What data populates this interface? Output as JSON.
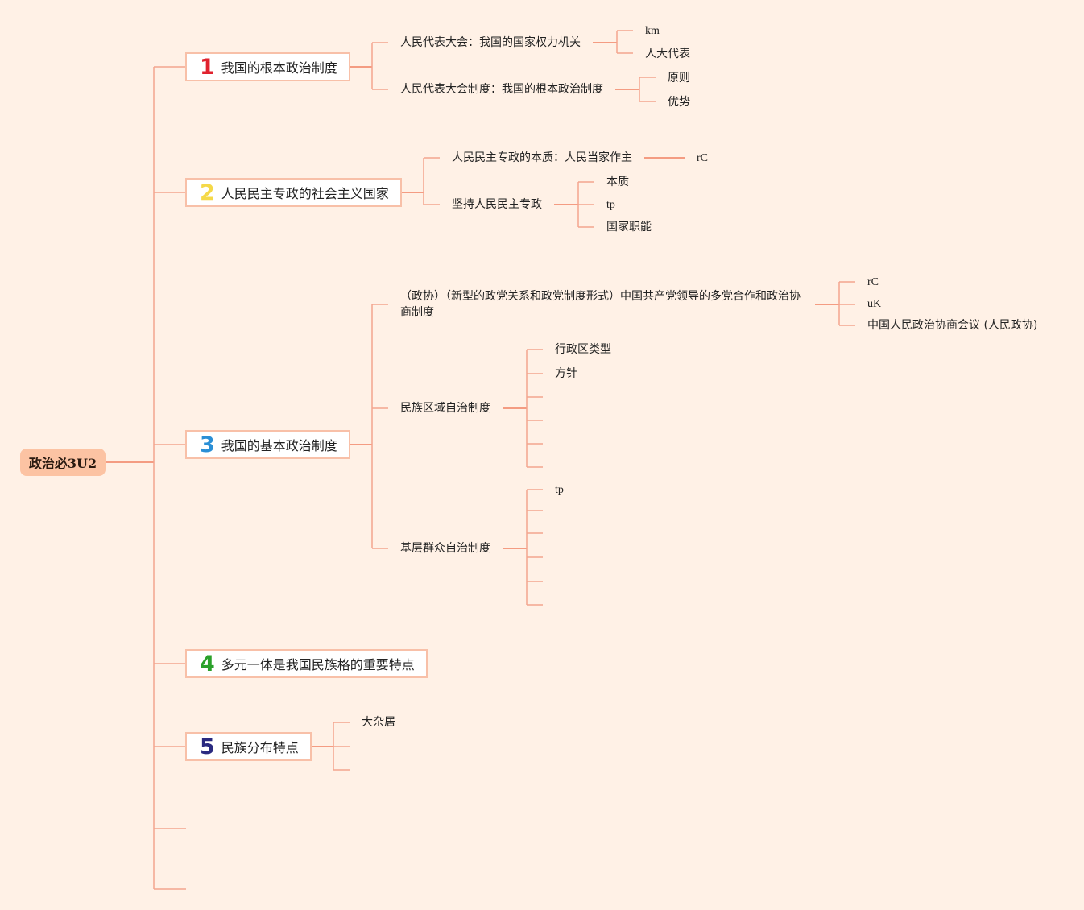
{
  "root": {
    "label": "政治必3U2"
  },
  "colors": {
    "background": "#fff1e6",
    "root_fill": "#fcc3a3",
    "connector": "#f4a58e",
    "num1": "#e0222e",
    "num2": "#f5d949",
    "num3": "#2a8fd6",
    "num4": "#2aa02a",
    "num5": "#2a2a80"
  },
  "topics": [
    {
      "num": "1",
      "label": "我国的根本政治制度",
      "children": [
        {
          "label": "人民代表大会：我国的国家权力机关",
          "children": [
            "km",
            "人大代表"
          ]
        },
        {
          "label": "人民代表大会制度：我国的根本政治制度",
          "children": [
            "原则",
            "优势"
          ]
        }
      ]
    },
    {
      "num": "2",
      "label": "人民民主专政的社会主义国家",
      "children": [
        {
          "label": "人民民主专政的本质：人民当家作主",
          "children": [
            "rC"
          ]
        },
        {
          "label": "坚持人民民主专政",
          "children": [
            "本质",
            "tp",
            "国家职能"
          ]
        }
      ]
    },
    {
      "num": "3",
      "label": "我国的基本政治制度",
      "children": [
        {
          "label": "（政协）（新型的政党关系和政党制度形式）中国共产党领导的多党合作和政治协商制度",
          "children": [
            "rC",
            "uK",
            "中国人民政治协商会议 (人民政协)"
          ]
        },
        {
          "label": "民族区域自治制度",
          "children": [
            "行政区类型",
            "方针",
            "",
            "",
            "",
            ""
          ]
        },
        {
          "label": "基层群众自治制度",
          "children": [
            "tp",
            "",
            "",
            "",
            "",
            ""
          ]
        }
      ]
    },
    {
      "num": "4",
      "label": "多元一体是我国民族格的重要特点",
      "children": []
    },
    {
      "num": "5",
      "label": "民族分布特点",
      "children": [
        {
          "label": "大杂居",
          "children": []
        },
        {
          "label": "",
          "children": []
        },
        {
          "label": "",
          "children": []
        }
      ]
    }
  ]
}
